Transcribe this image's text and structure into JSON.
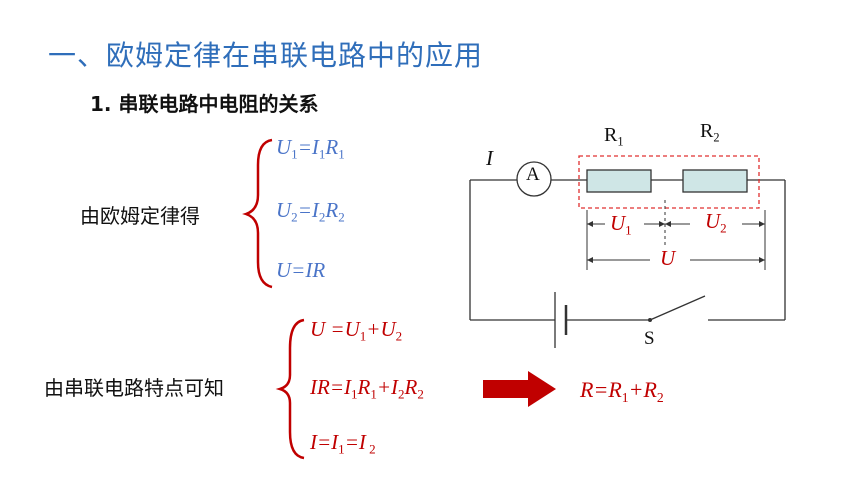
{
  "title": "一、欧姆定律在串联电路中的应用",
  "subtitle": "1. 串联电路中电阻的关系",
  "ohm_label": "由欧姆定律得",
  "series_label": "由串联电路特点可知",
  "ohm_equations": [
    {
      "a": "U",
      "as": "1",
      "eq": "=",
      "b": "I",
      "bs": "1",
      "c": "R",
      "cs": "1"
    },
    {
      "a": "U",
      "as": "2",
      "eq": "=",
      "b": "I",
      "bs": "2",
      "c": "R",
      "cs": "2"
    },
    {
      "a": "U",
      "eq": "=",
      "b": "I",
      "c": "R"
    }
  ],
  "series_equations": {
    "voltage": {
      "lhs": "U",
      "eq": " =",
      "t1": "U",
      "t1s": "1",
      "plus": "+",
      "t2": "U",
      "t2s": "2"
    },
    "current_times_r": {
      "lhs": "IR",
      "eq": "=",
      "t1a": "I",
      "t1as": "1",
      "t1b": "R",
      "t1bs": "1",
      "plus": "+",
      "t2a": "I",
      "t2as": "2",
      "t2b": "R",
      "t2bs": "2"
    },
    "current": {
      "lhs": "I",
      "eq": "=",
      "t1": "I",
      "t1s": "1",
      "eq2": "=",
      "t2": "I",
      "t2s": " 2"
    }
  },
  "result": {
    "lhs": "R",
    "eq": "=",
    "t1": "R",
    "t1s": "1",
    "plus": "+",
    "t2": "R",
    "t2s": "2"
  },
  "circuit": {
    "current_label": "I",
    "ammeter_label": "A",
    "r1_label": "R",
    "r1_sub": "1",
    "r2_label": "R",
    "r2_sub": "2",
    "u1_label": "U",
    "u1_sub": "1",
    "u2_label": "U",
    "u2_sub": "2",
    "u_label": "U",
    "switch_label": "S"
  },
  "colors": {
    "title": "#2f6eba",
    "blue_eq": "#4a74c8",
    "red": "#c00000",
    "resistor_fill": "#cfe6e6"
  }
}
